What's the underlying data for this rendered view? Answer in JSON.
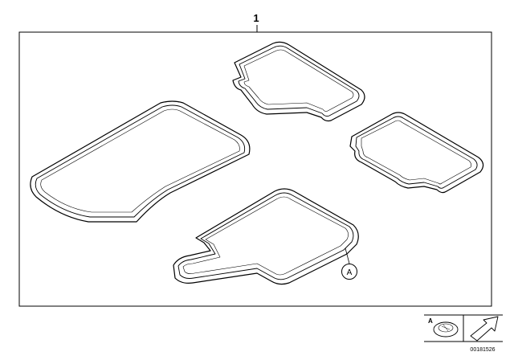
{
  "diagram": {
    "part_number_label": "1",
    "callout_label": "A",
    "legend": {
      "letter": "A",
      "image_id": "00181526"
    }
  }
}
